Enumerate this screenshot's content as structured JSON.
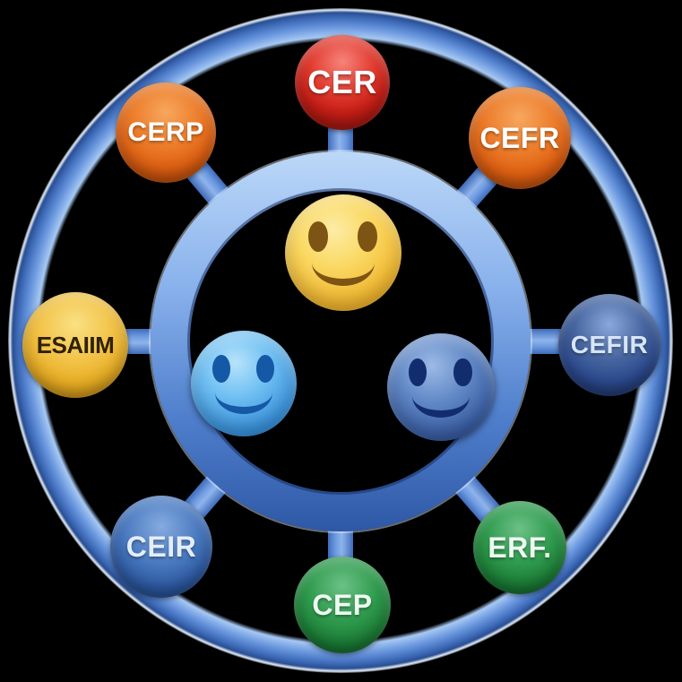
{
  "diagram": {
    "description": "Two concentric blue rings with eight labeled sphere nodes connected by spokes and three smiley-face emojis in the center",
    "background_color": "#000000",
    "rings": {
      "outer_color": "#5c8dd8",
      "inner_color": "#7ba6e4",
      "highlight_color": "#bcd8f8",
      "shadow_color": "#2a4f92"
    },
    "outer_nodes": [
      {
        "id": "cer",
        "label": "CER",
        "color": "#c41e16",
        "text_color": "#ffffff"
      },
      {
        "id": "cerp",
        "label": "CERP",
        "color": "#dd5f12",
        "text_color": "#ffffff"
      },
      {
        "id": "cefr",
        "label": "CEFR",
        "color": "#dd5f12",
        "text_color": "#ffffff"
      },
      {
        "id": "esaiim",
        "label": "ESAIIM",
        "color": "#e5ab22",
        "text_color": "#2f2104"
      },
      {
        "id": "cefir",
        "label": "CEFIR",
        "color": "#2c4a8e",
        "text_color": "#d7e5f8"
      },
      {
        "id": "ceir",
        "label": "CEIR",
        "color": "#2f5ba4",
        "text_color": "#e4eefb"
      },
      {
        "id": "cep",
        "label": "CEP",
        "color": "#1d8038",
        "text_color": "#eefbf1"
      },
      {
        "id": "erf",
        "label": "ERF.",
        "color": "#1d8038",
        "text_color": "#eefbf1"
      }
    ],
    "center_emojis": [
      {
        "id": "yellow-smiley",
        "emotion": "slightly-smiling-face",
        "color": "#f2b830"
      },
      {
        "id": "light-blue-smiley",
        "emotion": "slightly-smiling-face",
        "color": "#3a93dd"
      },
      {
        "id": "dark-blue-smiley",
        "emotion": "slightly-smiling-face",
        "color": "#3a5ea4"
      }
    ]
  }
}
